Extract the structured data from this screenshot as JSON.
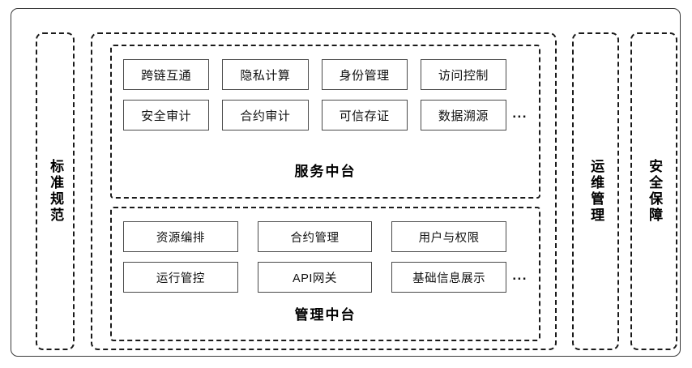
{
  "diagram": {
    "left_pillar": {
      "name": "standards",
      "label": "标准规范"
    },
    "right_pillars": [
      {
        "name": "operations",
        "label": "运维管理"
      },
      {
        "name": "security",
        "label": "安全保障"
      }
    ],
    "tiers": [
      {
        "name": "service-platform",
        "caption": "服务中台",
        "columns": 4,
        "ellipsis": "...",
        "boxes": [
          "跨链互通",
          "隐私计算",
          "身份管理",
          "访问控制",
          "安全审计",
          "合约审计",
          "可信存证",
          "数据溯源"
        ]
      },
      {
        "name": "management-platform",
        "caption": "管理中台",
        "columns": 3,
        "ellipsis": "...",
        "boxes": [
          "资源编排",
          "合约管理",
          "用户与权限",
          "运行管控",
          "API网关",
          "基础信息展示"
        ]
      }
    ],
    "colors": {
      "frame_solid": "#3a3a3a",
      "frame_dashed": "#1a1a1a",
      "box_border": "#4a4a4a",
      "text": "#111111",
      "background": "#ffffff"
    }
  }
}
